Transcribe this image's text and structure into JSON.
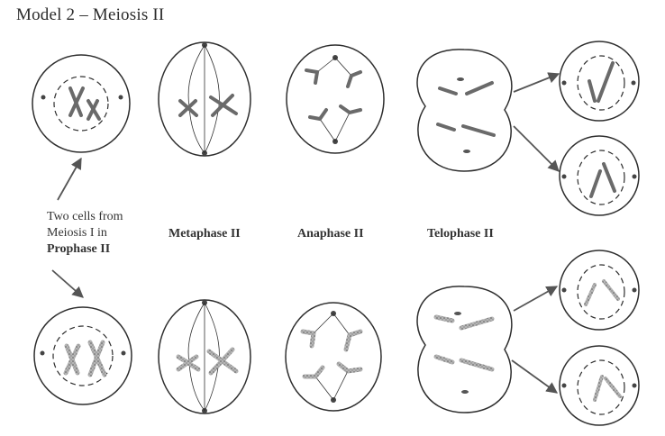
{
  "title": "Model 2 – Meiosis II",
  "caption": {
    "line1": "Two cells from",
    "line2": "Meiosis I in",
    "line3": "Prophase II"
  },
  "stages": {
    "metaphase": "Metaphase II",
    "anaphase": "Anaphase II",
    "telophase": "Telophase II"
  },
  "colors": {
    "outline": "#2e2e2e",
    "chromosome_dark": "#6a6a6a",
    "chromosome_speckled": "#8a8a8a",
    "arrow": "#555555"
  }
}
